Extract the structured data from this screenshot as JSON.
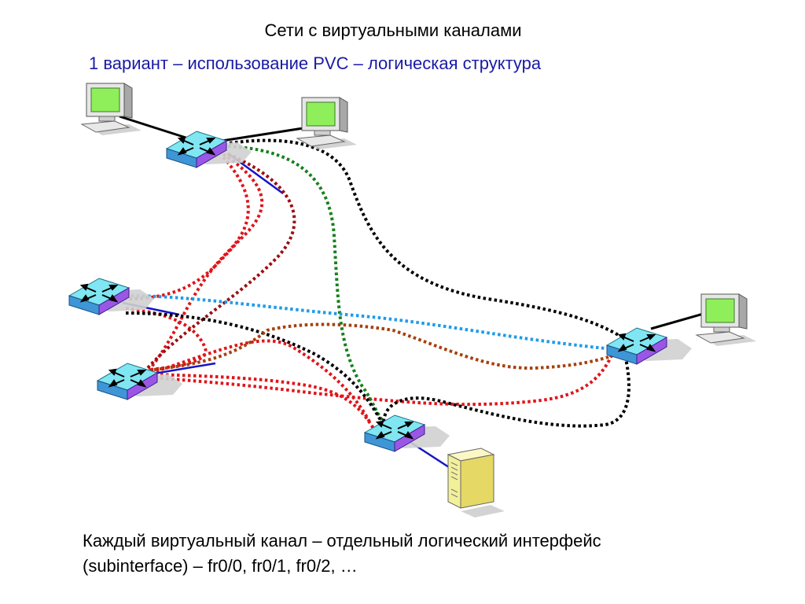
{
  "slide": {
    "title": "Сети с виртуальными каналами",
    "subtitle": "1 вариант – использование PVC – логическая структура",
    "caption_line1": "Каждый виртуальный канал – отдельный логический интерфейс",
    "caption_line2": "(subinterface) – fr0/0, fr0/1, fr0/2, …"
  },
  "colors": {
    "red": "#e0141a",
    "dark_red": "#9b0f12",
    "green": "#16801c",
    "black": "#000000",
    "light_blue": "#1e9bea",
    "brown": "#a5400e",
    "blue": "#1414c8",
    "switch_top": "#7fe6f2",
    "switch_side": "#9a57e6",
    "monitor_screen": "#8fef5a",
    "server_body": "#f3f09a"
  },
  "icons": [
    "router-icon",
    "computer-icon",
    "server-icon"
  ]
}
